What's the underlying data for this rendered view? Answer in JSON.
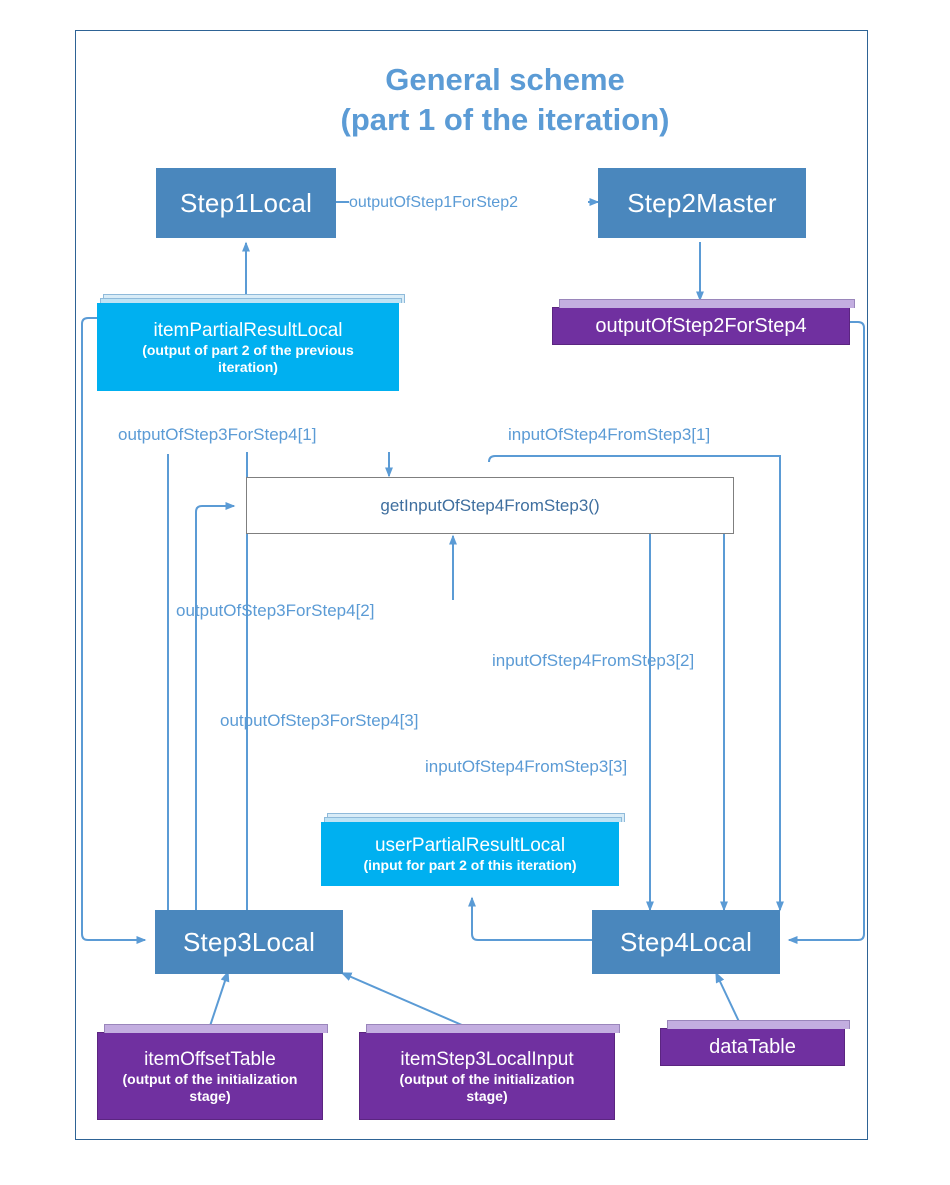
{
  "diagram": {
    "title_line1": "General scheme",
    "title_line2": "(part 1 of the iteration)",
    "accent_blue": "#5b9bd5",
    "frame_border": "#2e6395"
  },
  "nodes": {
    "step1local": {
      "label": "Step1Local",
      "fill": "#4a87bd"
    },
    "step2master": {
      "label": "Step2Master",
      "fill": "#4a87bd"
    },
    "step3local": {
      "label": "Step3Local",
      "fill": "#4a87bd"
    },
    "step4local": {
      "label": "Step4Local",
      "fill": "#4a87bd"
    },
    "item_partial_result_local": {
      "name": "itemPartialResultLocal",
      "sub": "(output of part 2 of the previous iteration)",
      "fill": "#00b0f0"
    },
    "user_partial_result_local": {
      "name": "userPartialResultLocal",
      "sub": "(input for part 2 of this iteration)",
      "fill": "#00b0f0"
    },
    "output_of_step2_for_step4": {
      "name": "outputOfStep2ForStep4",
      "fill": "#7030a0"
    },
    "item_offset_table": {
      "name": "itemOffsetTable",
      "sub": "(output of the initialization stage)",
      "fill": "#7030a0"
    },
    "item_step3_local_input": {
      "name": "itemStep3LocalInput",
      "sub": "(output of the initialization stage)",
      "fill": "#7030a0"
    },
    "data_table": {
      "name": "dataTable",
      "fill": "#7030a0"
    },
    "get_input_function": {
      "label": "getInputOfStep4FromStep3()",
      "fill": "#ffffff"
    }
  },
  "edge_labels": {
    "output_of_step1_for_step2": "outputOfStep1ForStep2",
    "output_of_step3_for_step4_1": "outputOfStep3ForStep4[1]",
    "output_of_step3_for_step4_2": "outputOfStep3ForStep4[2]",
    "output_of_step3_for_step4_3": "outputOfStep3ForStep4[3]",
    "input_of_step4_from_step3_1": "inputOfStep4FromStep3[1]",
    "input_of_step4_from_step3_2": "inputOfStep4FromStep3[2]",
    "input_of_step4_from_step3_3": "inputOfStep4FromStep3[3]"
  }
}
